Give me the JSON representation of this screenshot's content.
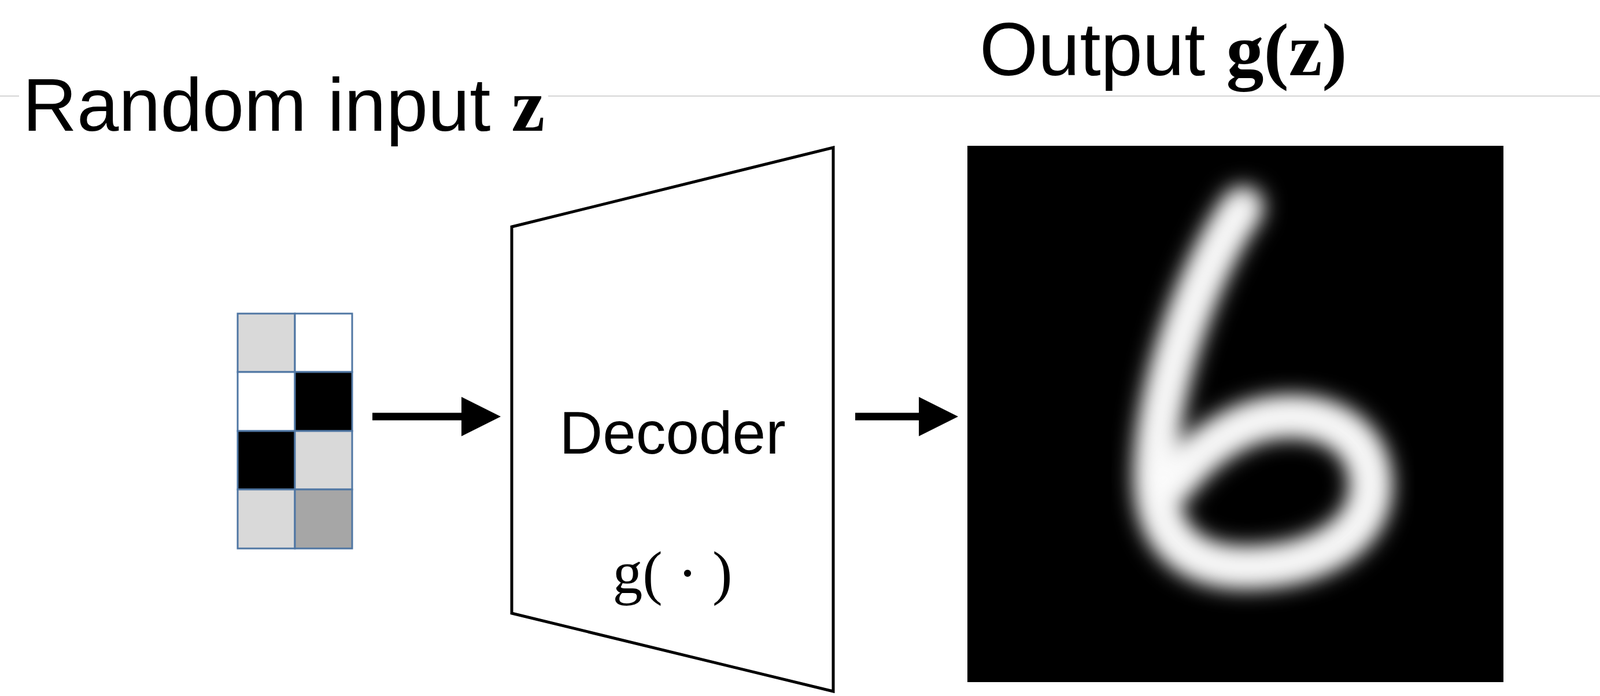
{
  "diagram": {
    "nodes": [
      {
        "text": [
          "Random input z"
        ]
      },
      {
        "text": [
          "Decoder",
          "g( · )"
        ]
      },
      {
        "text": [
          "Output g(z)"
        ]
      }
    ],
    "edges": [
      {
        "from": 0,
        "to": 1,
        "arrow": "to"
      },
      {
        "from": 1,
        "to": 2,
        "arrow": "to"
      }
    ]
  }
}
